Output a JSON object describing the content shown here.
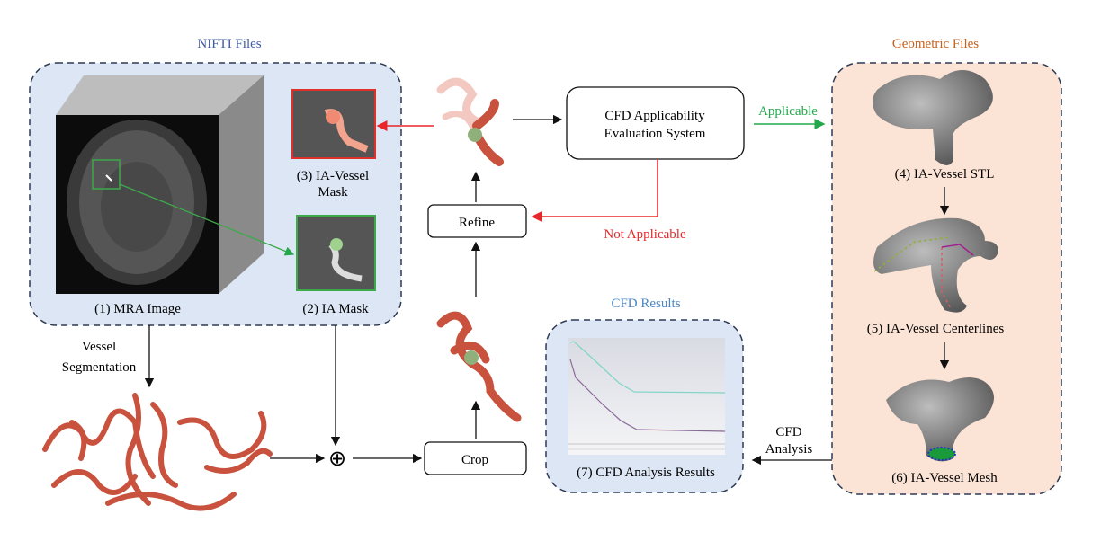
{
  "groups": {
    "nifti": {
      "title": "NIFTI Files",
      "title_color": "#3e5ba8",
      "fill": "#dce6f4"
    },
    "geometric": {
      "title": "Geometric Files",
      "title_color": "#c5621f",
      "fill": "#fbe3d5"
    },
    "cfd_results": {
      "title": "CFD Results",
      "title_color": "#4a86c5",
      "fill": "#dce6f4"
    }
  },
  "items": {
    "mra": "(1) MRA Image",
    "ia_mask": "(2) IA Mask",
    "vessel_mask_1": "(3) IA-Vessel",
    "vessel_mask_2": "Mask",
    "stl": "(4) IA-Vessel STL",
    "centerlines": "(5) IA-Vessel Centerlines",
    "mesh": "(6) IA-Vessel Mesh",
    "cfd_results": "(7) CFD Analysis Results"
  },
  "process": {
    "crop": "Crop",
    "refine": "Refine",
    "evaluation_1": "CFD Applicability",
    "evaluation_2": "Evaluation System",
    "combine_symbol": "⊕"
  },
  "edges": {
    "segmentation_1": "Vessel",
    "segmentation_2": "Segmentation",
    "applicable": "Applicable",
    "not_applicable": "Not Applicable",
    "cfd_analysis_1": "CFD",
    "cfd_analysis_2": "Analysis"
  },
  "colors": {
    "applicable": "#22a84a",
    "not_applicable": "#e8262a",
    "vessel": "#c9523e",
    "mask_red": "#e0302a",
    "mask_green": "#3daa4a"
  }
}
